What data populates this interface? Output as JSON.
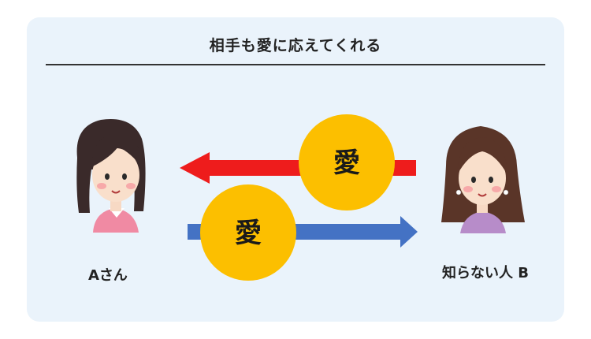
{
  "title": "相手も愛に応えてくれる",
  "person_a": {
    "label": "Aさん"
  },
  "person_b": {
    "label": "知らない人 B"
  },
  "arrow_top": {
    "label": "愛",
    "color": "#ee1c1c"
  },
  "arrow_bottom": {
    "label": "愛",
    "color": "#4472c4"
  },
  "circle_color": "#fcbf00"
}
